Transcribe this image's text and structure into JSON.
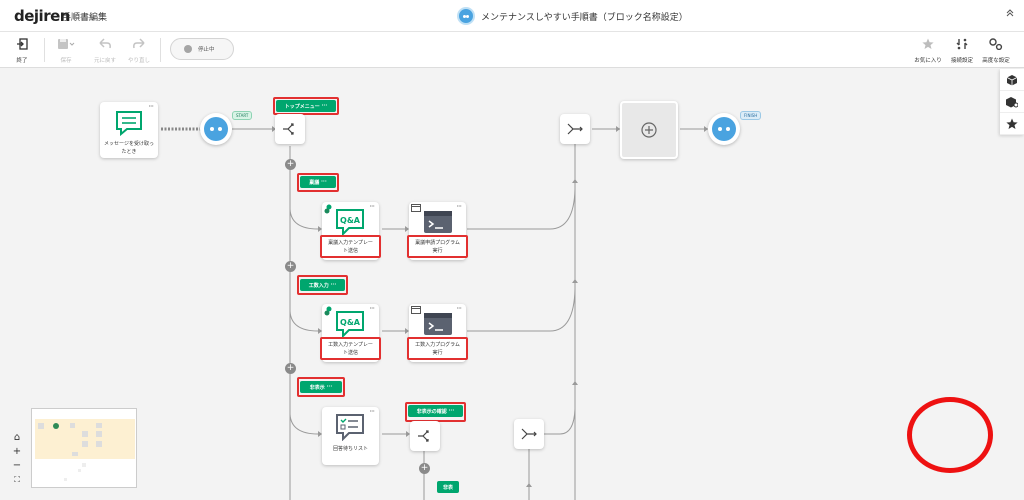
{
  "app": {
    "logo": "dejiren",
    "title": "手順書編集",
    "doc_title": "メンテナンスしやすい手順書（ブロック名称設定）",
    "collapse": "«"
  },
  "toolbar": {
    "exit_label": "終了",
    "save_label": "保存",
    "undo_label": "元に戻す",
    "redo_label": "やり直し",
    "status_label": "停止中",
    "favorite_label": "お気に入り",
    "connection_label": "接続設定",
    "advanced_label": "高度な設定"
  },
  "canvas": {
    "start_label": "START",
    "finish_label": "FINISH",
    "trigger_node": "メッセージを受け取ったとき",
    "more": "···",
    "tags": {
      "top_menu": "トップメニュー",
      "dept": "稟議",
      "work": "工数入力",
      "absence": "非表示",
      "absence_check": "非表示の確認",
      "bottom": "非表"
    },
    "nodes": {
      "dept_template": "稟議入力テンプレート送信",
      "dept_program": "稟議申請プログラム実行",
      "work_template": "工数入力テンプレート送信",
      "work_program": "工数入力プログラム実行",
      "list": "回答待ちリスト"
    },
    "qa": "Q&A",
    "plus": "+"
  },
  "zoom": {
    "home": "⌂",
    "in": "+",
    "out": "−",
    "fit": "⛶"
  },
  "colors": {
    "accent": "#00a66e",
    "bot": "#4aa3e0",
    "highlight": "#e23030",
    "marker": "#ee1111"
  }
}
